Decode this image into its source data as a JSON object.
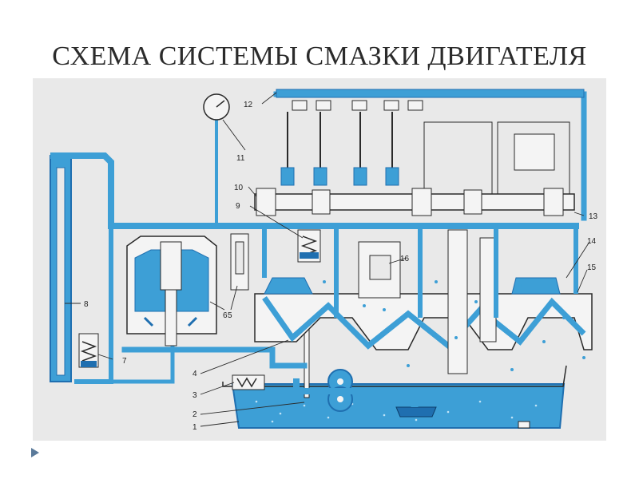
{
  "title": "СХЕМА СИСТЕМЫ СМАЗКИ ДВИГАТЕЛЯ",
  "colors": {
    "oil": "#3d9fd6",
    "oil_dark": "#1f6fb0",
    "oil_light": "#8ccbee",
    "metal": "#f4f4f4",
    "line": "#2a2a2a",
    "background": "#e9e9e9"
  },
  "labels": {
    "l1": "1",
    "l2": "2",
    "l3": "3",
    "l4": "4",
    "l5": "5",
    "l6": "6",
    "l7": "7",
    "l8": "8",
    "l9": "9",
    "l10": "10",
    "l11": "11",
    "l12": "12",
    "l13": "13",
    "l14": "14",
    "l15": "15",
    "l16": "16"
  },
  "nav_icon": "play-triangle-icon"
}
